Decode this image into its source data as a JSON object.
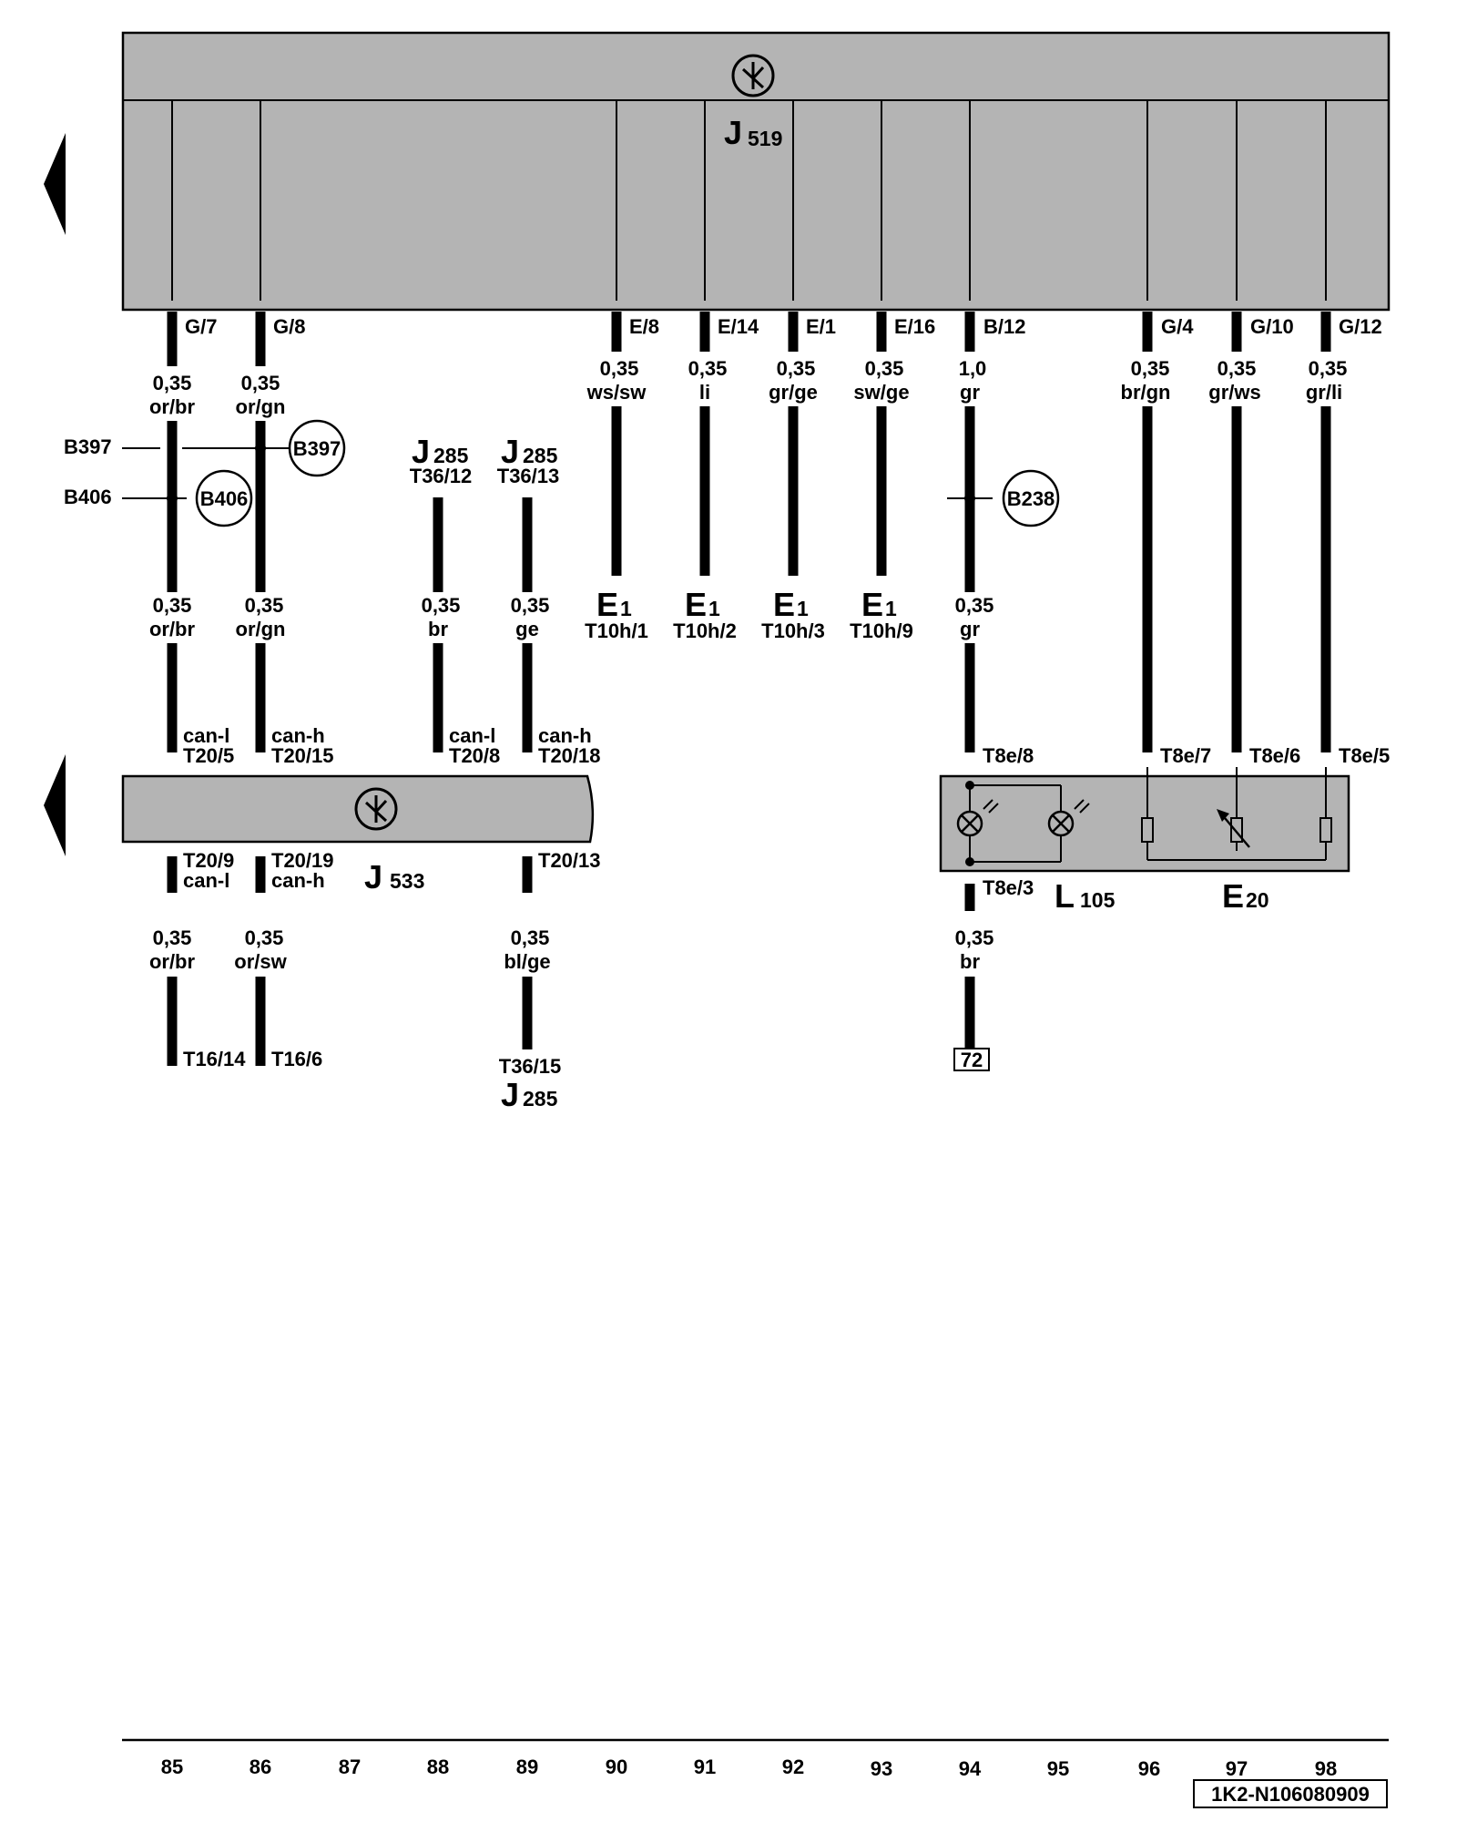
{
  "components": {
    "j519": {
      "letter": "J",
      "number": "519"
    },
    "j533": {
      "letter": "J",
      "number": "533"
    },
    "l105": {
      "letter": "L",
      "number": "105"
    },
    "e20": {
      "letter": "E",
      "number": "20"
    },
    "e1": {
      "letter": "E",
      "number": "1"
    },
    "j285": {
      "letter": "J",
      "number": "285"
    }
  },
  "j519_pins": [
    {
      "id": "g7",
      "label": "G/7"
    },
    {
      "id": "g8",
      "label": "G/8"
    },
    {
      "id": "e8",
      "label": "E/8"
    },
    {
      "id": "e14",
      "label": "E/14"
    },
    {
      "id": "e1",
      "label": "E/1"
    },
    {
      "id": "e16",
      "label": "E/16"
    },
    {
      "id": "b12",
      "label": "B/12"
    },
    {
      "id": "g4",
      "label": "G/4"
    },
    {
      "id": "g10",
      "label": "G/10"
    },
    {
      "id": "g12",
      "label": "G/12"
    }
  ],
  "wires_top": [
    {
      "size": "0,35",
      "color": "or/br"
    },
    {
      "size": "0,35",
      "color": "or/gn"
    },
    {
      "size": "0,35",
      "color": "ws/sw"
    },
    {
      "size": "0,35",
      "color": "li"
    },
    {
      "size": "0,35",
      "color": "gr/ge"
    },
    {
      "size": "0,35",
      "color": "sw/ge"
    },
    {
      "size": "1,0",
      "color": "gr"
    },
    {
      "size": "0,35",
      "color": "br/gn"
    },
    {
      "size": "0,35",
      "color": "gr/ws"
    },
    {
      "size": "0,35",
      "color": "gr/li"
    }
  ],
  "splices": {
    "b397": "B397",
    "b406": "B406",
    "b238": "B238"
  },
  "j285_top_pins": [
    "T36/12",
    "T36/13"
  ],
  "e1_pins": [
    "T10h/1",
    "T10h/2",
    "T10h/3",
    "T10h/9"
  ],
  "wires_mid": [
    {
      "size": "0,35",
      "color": "or/br"
    },
    {
      "size": "0,35",
      "color": "or/gn"
    },
    {
      "size": "0,35",
      "color": "br"
    },
    {
      "size": "0,35",
      "color": "ge"
    },
    {
      "size": "0,35",
      "color": "gr"
    }
  ],
  "j533_in": [
    {
      "signal": "can-l",
      "pin": "T20/5"
    },
    {
      "signal": "can-h",
      "pin": "T20/15"
    },
    {
      "signal": "can-l",
      "pin": "T20/8"
    },
    {
      "signal": "can-h",
      "pin": "T20/18"
    }
  ],
  "l105_pins": [
    "T8e/8",
    "T8e/7",
    "T8e/6",
    "T8e/5",
    "T8e/3"
  ],
  "j533_out": [
    {
      "pin": "T20/9",
      "signal": "can-l"
    },
    {
      "pin": "T20/19",
      "signal": "can-h"
    },
    {
      "pin": "T20/13",
      "signal": ""
    }
  ],
  "wires_bottom": [
    {
      "size": "0,35",
      "color": "or/br"
    },
    {
      "size": "0,35",
      "color": "or/sw"
    },
    {
      "size": "0,35",
      "color": "bl/ge"
    },
    {
      "size": "0,35",
      "color": "br"
    }
  ],
  "bottom_pins": [
    "T16/14",
    "T16/6",
    "T36/15"
  ],
  "ground_ref": "72",
  "track_numbers": [
    "85",
    "86",
    "87",
    "88",
    "89",
    "90",
    "91",
    "92",
    "93",
    "94",
    "95",
    "96",
    "97",
    "98"
  ],
  "diagram_code": "1K2-N106080909"
}
